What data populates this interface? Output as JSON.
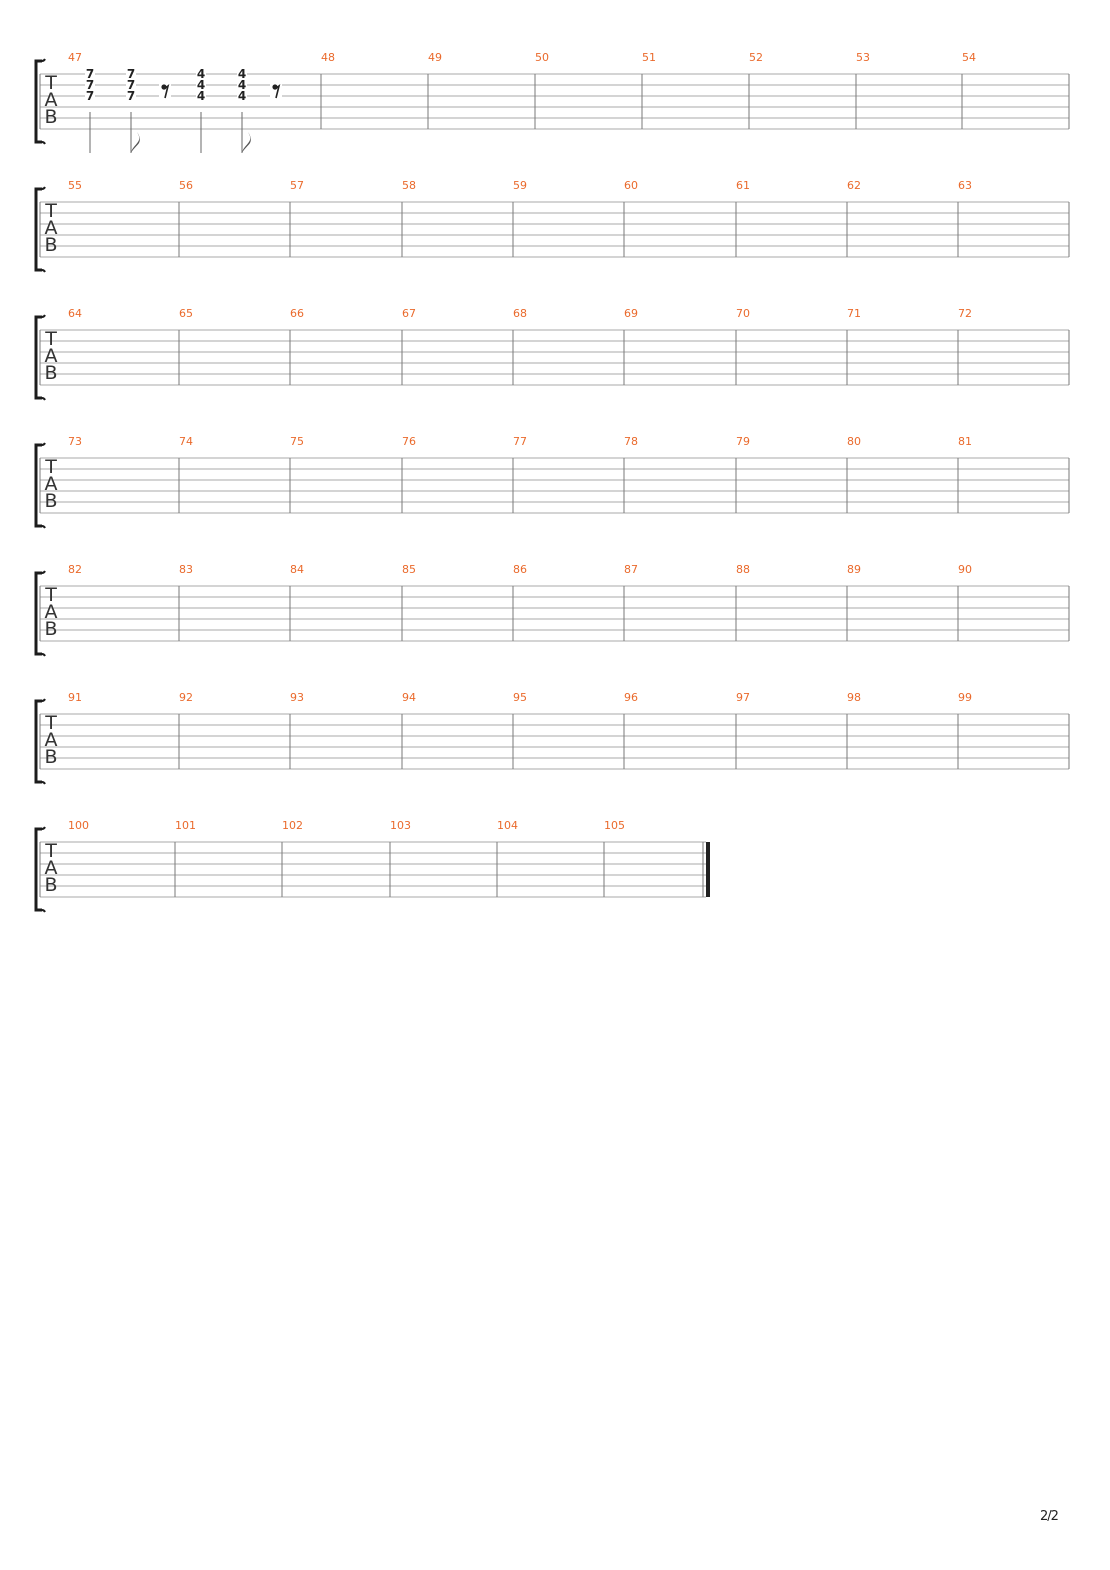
{
  "colors": {
    "measure_number": "#ea6a2c",
    "staff_line": "#a9a9a9",
    "barline": "#7a7a7a",
    "tab_clef": "#333333",
    "fret": "#222222",
    "bracket": "#1c1c1c"
  },
  "tab_clef": [
    "T",
    "A",
    "B"
  ],
  "systems": [
    {
      "measures": [
        {
          "number": "47",
          "events": [
            {
              "type": "chord",
              "frets": [
                "7",
                "7",
                "7"
              ],
              "stem": "plain"
            },
            {
              "type": "chord",
              "frets": [
                "7",
                "7",
                "7"
              ],
              "stem": "flag"
            },
            {
              "type": "rest",
              "value": "eighth"
            },
            {
              "type": "chord",
              "frets": [
                "4",
                "4",
                "4"
              ],
              "stem": "plain"
            },
            {
              "type": "chord",
              "frets": [
                "4",
                "4",
                "4"
              ],
              "stem": "flag"
            },
            {
              "type": "rest",
              "value": "eighth"
            }
          ]
        },
        {
          "number": "48"
        },
        {
          "number": "49"
        },
        {
          "number": "50"
        },
        {
          "number": "51"
        },
        {
          "number": "52"
        },
        {
          "number": "53"
        },
        {
          "number": "54"
        }
      ]
    },
    {
      "measures": [
        {
          "number": "55"
        },
        {
          "number": "56"
        },
        {
          "number": "57"
        },
        {
          "number": "58"
        },
        {
          "number": "59"
        },
        {
          "number": "60"
        },
        {
          "number": "61"
        },
        {
          "number": "62"
        },
        {
          "number": "63"
        }
      ]
    },
    {
      "measures": [
        {
          "number": "64"
        },
        {
          "number": "65"
        },
        {
          "number": "66"
        },
        {
          "number": "67"
        },
        {
          "number": "68"
        },
        {
          "number": "69"
        },
        {
          "number": "70"
        },
        {
          "number": "71"
        },
        {
          "number": "72"
        }
      ]
    },
    {
      "measures": [
        {
          "number": "73"
        },
        {
          "number": "74"
        },
        {
          "number": "75"
        },
        {
          "number": "76"
        },
        {
          "number": "77"
        },
        {
          "number": "78"
        },
        {
          "number": "79"
        },
        {
          "number": "80"
        },
        {
          "number": "81"
        }
      ]
    },
    {
      "measures": [
        {
          "number": "82"
        },
        {
          "number": "83"
        },
        {
          "number": "84"
        },
        {
          "number": "85"
        },
        {
          "number": "86"
        },
        {
          "number": "87"
        },
        {
          "number": "88"
        },
        {
          "number": "89"
        },
        {
          "number": "90"
        }
      ]
    },
    {
      "measures": [
        {
          "number": "91"
        },
        {
          "number": "92"
        },
        {
          "number": "93"
        },
        {
          "number": "94"
        },
        {
          "number": "95"
        },
        {
          "number": "96"
        },
        {
          "number": "97"
        },
        {
          "number": "98"
        },
        {
          "number": "99"
        }
      ]
    },
    {
      "measures": [
        {
          "number": "100"
        },
        {
          "number": "101"
        },
        {
          "number": "102"
        },
        {
          "number": "103"
        },
        {
          "number": "104"
        },
        {
          "number": "105"
        }
      ],
      "final_barline": true
    }
  ],
  "page_number": "2/2"
}
